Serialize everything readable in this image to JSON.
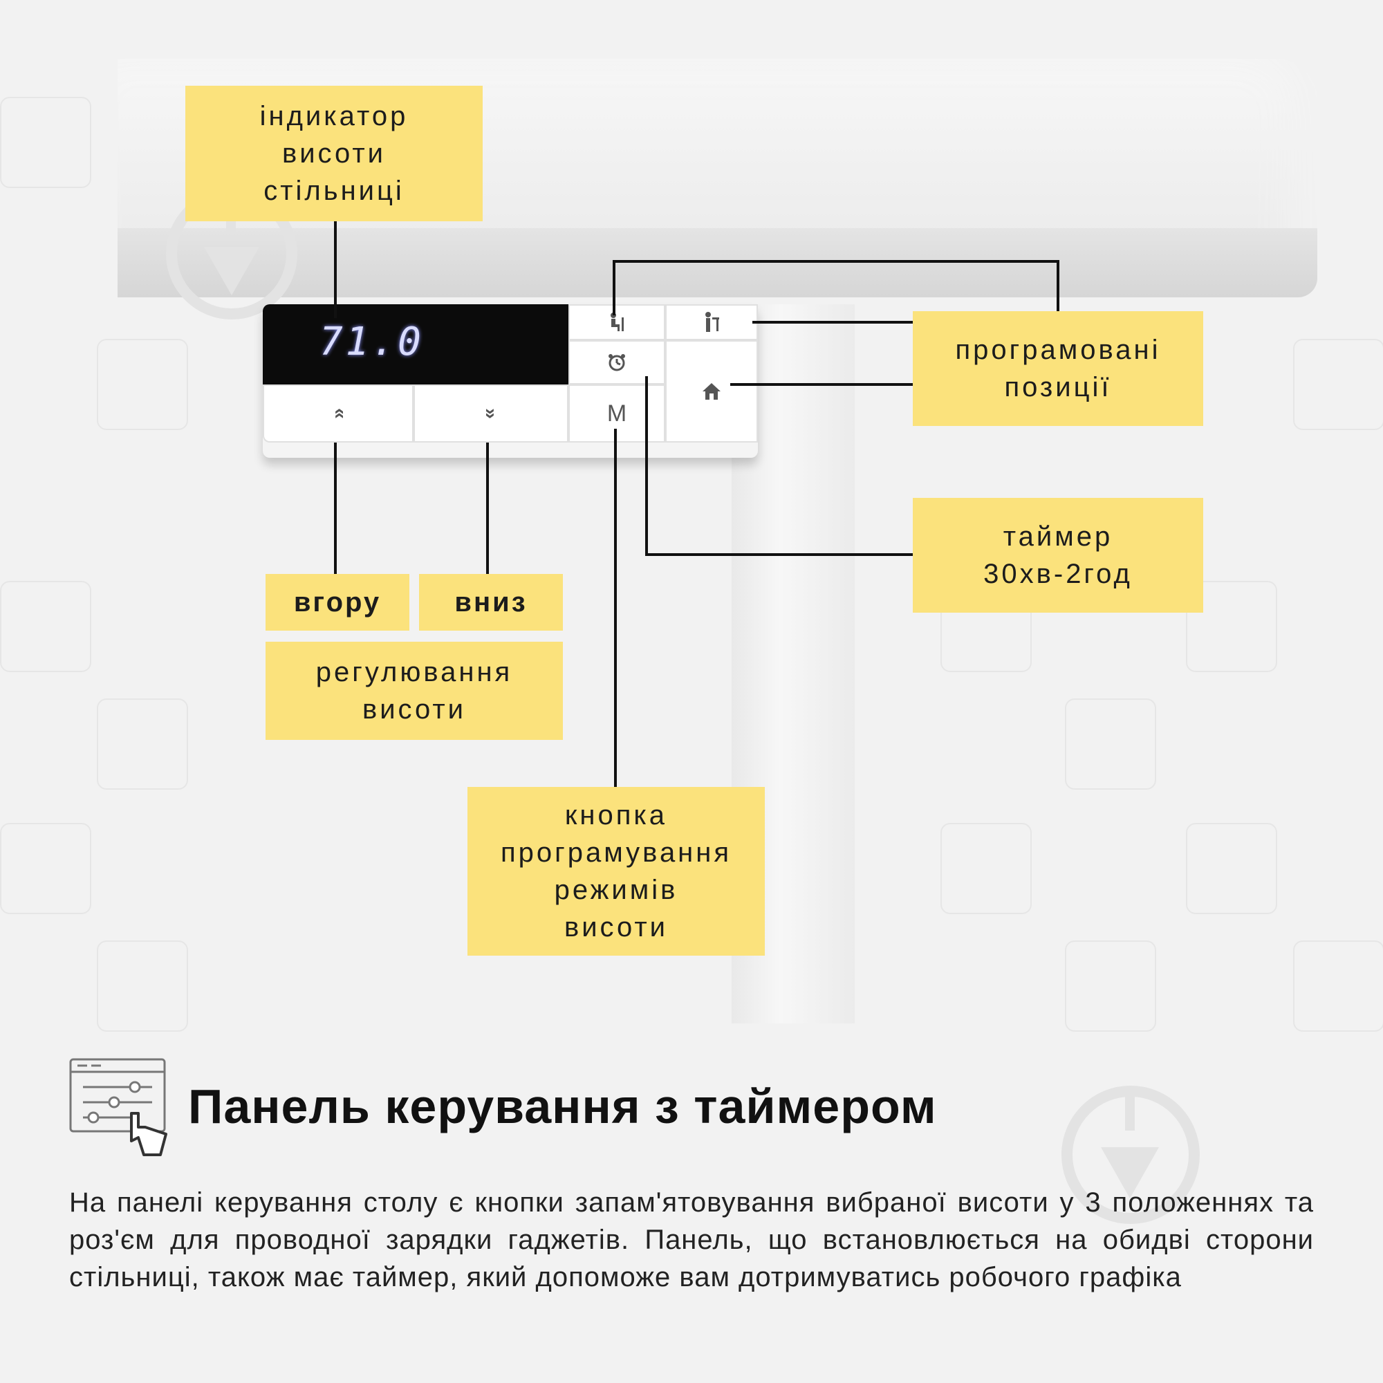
{
  "display": {
    "height_value": "71.0"
  },
  "panel_buttons": {
    "up_symbol": "»",
    "down_symbol": "»",
    "memory": "M"
  },
  "labels": {
    "height_indicator": "індикатор\nвисоти\nстільниці",
    "programmed_positions": "програмовані\nпозиції",
    "timer": "таймер\n30хв-2год",
    "up": "вгору",
    "down": "вниз",
    "height_adjust": "регулювання\nвисоти",
    "program_button": "кнопка\nпрограмування\nрежимів\nвисоти"
  },
  "heading": "Панель керування з таймером",
  "body": "На панелі керування столу є кнопки запам'ятовування вибраної висоти у 3 положеннях та роз'єм для проводної зарядки гаджетів. Панель, що встановлюється на обидві сторони стільниці, також має таймер, який допоможе вам дотримуватись робочого графіка",
  "colors": {
    "label_bg": "#fbe27c",
    "display_bg": "#0b0b0b",
    "display_digits": "#d9dcff"
  },
  "icons": [
    "sitting-person-icon",
    "standing-person-icon",
    "alarm-clock-icon",
    "home-icon",
    "settings-sliders-click-icon",
    "logo-watermark-icon"
  ]
}
